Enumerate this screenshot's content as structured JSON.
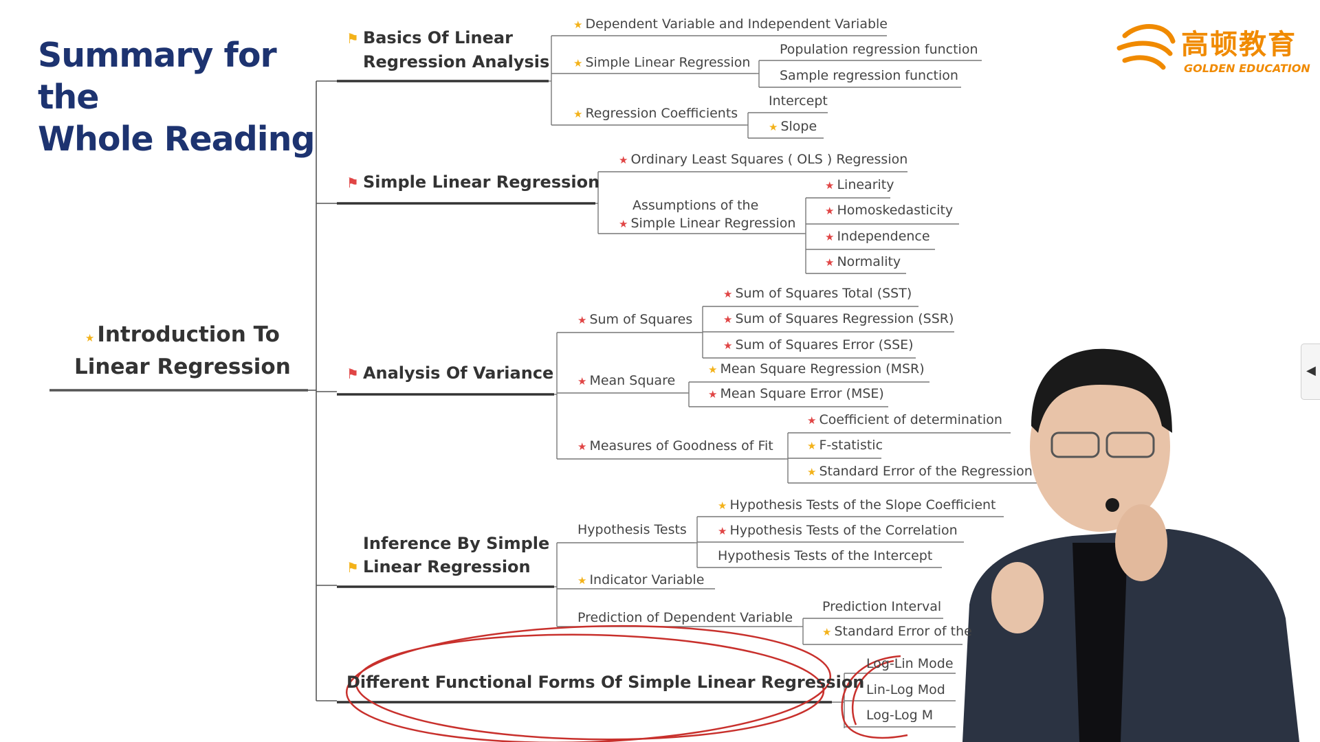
{
  "title": {
    "line1": "Summary for the",
    "line2": "Whole Reading"
  },
  "logo": {
    "chinese": "高顿教育",
    "english": "GOLDEN EDUCATION"
  },
  "root": {
    "line1": "Introduction To",
    "line2": "Linear Regression"
  },
  "branch_basics": {
    "label_line1": "Basics Of Linear",
    "label_line2": "Regression Analysis",
    "dep_indep": "Dependent Variable and Independent Variable",
    "slr": "Simple Linear Regression",
    "pop_func": "Population regression function",
    "sample_func": "Sample regression function",
    "coefficients": "Regression Coefficients",
    "intercept": "Intercept",
    "slope": "Slope"
  },
  "branch_slr": {
    "label": "Simple Linear Regression",
    "ols": "Ordinary Least Squares ( OLS ) Regression",
    "assumptions_line1": "Assumptions of the",
    "assumptions_line2": "Simple Linear Regression",
    "linearity": "Linearity",
    "homo": "Homoskedasticity",
    "independence": "Independence",
    "normality": "Normality"
  },
  "branch_anova": {
    "label": "Analysis Of Variance",
    "sum_squares": "Sum of Squares",
    "sst": "Sum of Squares Total (SST)",
    "ssr": "Sum of Squares Regression (SSR)",
    "sse": "Sum of Squares Error (SSE)",
    "mean_square": "Mean Square",
    "msr": "Mean Square Regression (MSR)",
    "mse": "Mean Square Error (MSE)",
    "goodness": "Measures of Goodness of Fit",
    "coef_det": "Coefficient of determination",
    "fstat": "F-statistic",
    "see": "Standard Error of the Regression"
  },
  "branch_inference": {
    "label_line1": "Inference By Simple",
    "label_line2": "Linear Regression",
    "hyp_tests": "Hypothesis Tests",
    "slope_test": "Hypothesis Tests of the Slope Coefficient",
    "corr_test": "Hypothesis Tests of the Correlation",
    "intercept_test": "Hypothesis Tests of the Intercept",
    "indicator": "Indicator Variable",
    "prediction": "Prediction of Dependent Variable",
    "pred_interval": "Prediction Interval",
    "std_err": "Standard Error of the"
  },
  "branch_forms": {
    "label": "Different Functional Forms Of Simple Linear Regression",
    "loglin": "Log-Lin Mode",
    "linlog": "Lin-Log Mod",
    "loglog": "Log-Log M"
  },
  "colors": {
    "title": "#1d3370",
    "accent_orange": "#f08a00",
    "star_red": "#e04545",
    "star_yellow": "#f3b21a",
    "annotation_red": "#c8302c"
  },
  "icons": [
    "star-icon",
    "flag-icon",
    "collapse-arrow-icon",
    "logo-icon"
  ]
}
